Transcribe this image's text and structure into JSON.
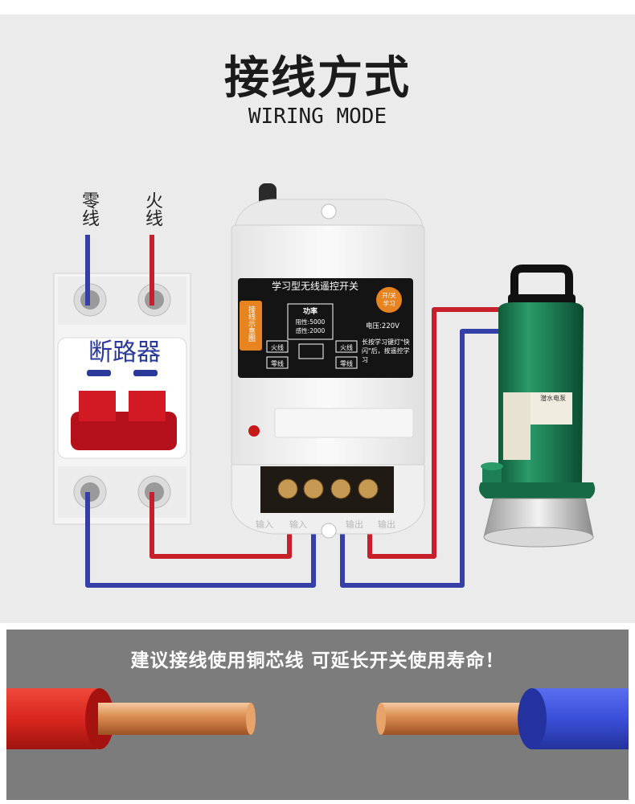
{
  "title": "接线方式",
  "subtitle": "WIRING MODE",
  "wire_labels": {
    "neutral": "零线",
    "live": "火线"
  },
  "breaker": {
    "label": "断路器"
  },
  "switch_panel": {
    "heading": "学习型无线遥控开关",
    "side_label": "接线示意图",
    "badge": "开/关\n学习",
    "power_title": "功率",
    "resistive": "阻性:5000",
    "inductive": "感性:2000",
    "voltage": "电压:220V",
    "in_live": "火线",
    "in_neutral": "零线",
    "out_live": "火线",
    "out_neutral": "零线",
    "note": "长按学习键灯\"快闪\"后，按遥控学习"
  },
  "terminal_labels": [
    "输入",
    "输入",
    "输出",
    "输出"
  ],
  "pump": {
    "label_text": "潜水电泵"
  },
  "banner": {
    "text": "建议接线使用铜芯线 可延长开关使用寿命！"
  },
  "colors": {
    "live_wire": "#c8202a",
    "neutral_wire": "#3440a8",
    "breaker_red": "#b4111c",
    "pump_green": "#1e7e55",
    "panel_black": "#141414",
    "accent_orange": "#e8841f"
  }
}
